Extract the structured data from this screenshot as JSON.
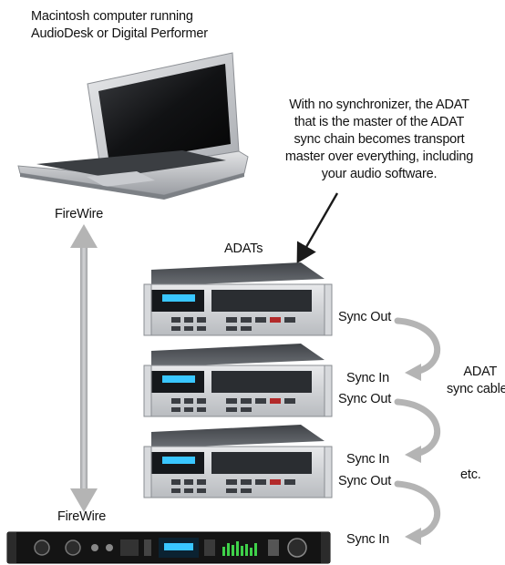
{
  "caption": {
    "line1": "Macintosh computer running",
    "line2": "AudioDesk or Digital Performer"
  },
  "note": {
    "line1": "With no synchronizer, the ADAT",
    "line2": "that is the master of the ADAT",
    "line3": "sync chain becomes transport",
    "line4": "master over everything, including",
    "line5": "your audio software."
  },
  "labels": {
    "firewire_top": "FireWire",
    "firewire_bottom": "FireWire",
    "adats": "ADATs",
    "sync_out_1": "Sync Out",
    "sync_in_1": "Sync In",
    "sync_out_2": "Sync Out",
    "sync_in_2": "Sync In",
    "sync_out_3": "Sync Out",
    "sync_in_3": "Sync In",
    "cables_line1": "ADAT",
    "cables_line2": "sync cables",
    "etc": "etc."
  },
  "colors": {
    "arrow_gray": "#b4b4b4",
    "pointer_black": "#1a1a1a",
    "rack_silver": "#cfd1d4",
    "rack_dark": "#2a2d31",
    "display_cyan": "#39c6ff",
    "interface_black": "#141414"
  }
}
